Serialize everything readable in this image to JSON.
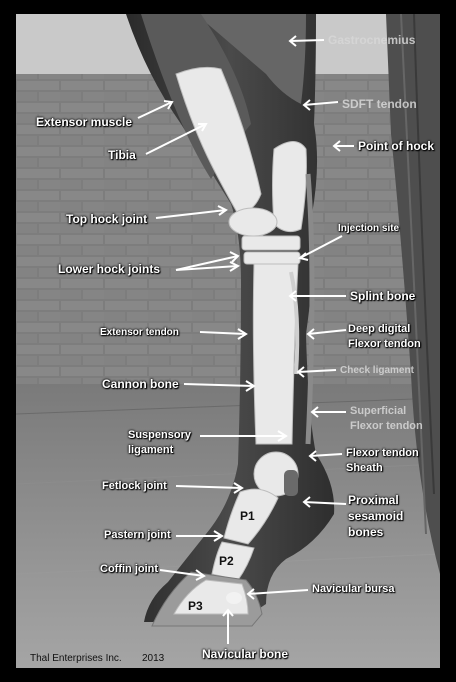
{
  "labels": {
    "gastrocnemius": "Gastrocnemius",
    "sdft_tendon": "SDFT tendon",
    "extensor_muscle": "Extensor muscle",
    "point_of_hock": "Point of hock",
    "tibia": "Tibia",
    "top_hock_joint": "Top hock joint",
    "injection_site": "Injection site",
    "lower_hock_joints": "Lower hock joints",
    "splint_bone": "Splint bone",
    "extensor_tendon": "Extensor tendon",
    "deep_digital_flexor_1": "Deep digital",
    "deep_digital_flexor_2": "Flexor tendon",
    "check_ligament": "Check ligament",
    "cannon_bone": "Cannon bone",
    "superficial_flexor_1": "Superficial",
    "superficial_flexor_2": "Flexor tendon",
    "suspensory_ligament_1": "Suspensory",
    "suspensory_ligament_2": "ligament",
    "flexor_tendon_sheath_1": "Flexor tendon",
    "flexor_tendon_sheath_2": "Sheath",
    "fetlock_joint": "Fetlock joint",
    "proximal_sesamoid_1": "Proximal",
    "proximal_sesamoid_2": "sesamoid",
    "proximal_sesamoid_3": "bones",
    "p1": "P1",
    "pastern_joint": "Pastern joint",
    "p2": "P2",
    "coffin_joint": "Coffin joint",
    "navicular_bursa": "Navicular bursa",
    "p3": "P3",
    "navicular_bone": "Navicular bone"
  },
  "credit": {
    "company": "Thal Enterprises Inc.",
    "year": "2013"
  }
}
